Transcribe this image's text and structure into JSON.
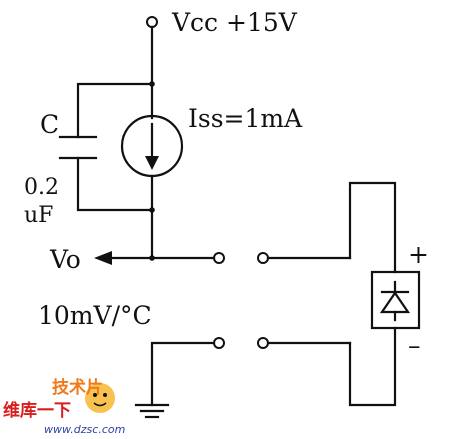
{
  "labels": {
    "vcc": "Vcc +15V",
    "current_source": "Iss=1mA",
    "capacitor_name": "C",
    "capacitor_value_line1": "0.2",
    "capacitor_value_line2": "uF",
    "output": "Vo",
    "sensitivity": "10mV/°C",
    "plus": "+",
    "minus": "–"
  },
  "watermark": {
    "logo_top": "技术片",
    "logo_main": "维库一下",
    "url": "www.dzsc.com"
  },
  "colors": {
    "wire": "#111111",
    "logo_orange": "#f07a1a",
    "logo_red": "#d81e1e",
    "url_blue": "#2c3fa0"
  }
}
